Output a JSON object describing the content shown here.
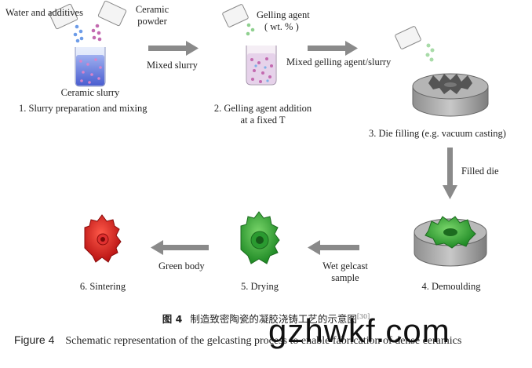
{
  "steps": {
    "s1": {
      "label": "1. Slurry preparation and mixing",
      "sub": "Ceramic slurry",
      "left_note": "Water and additives",
      "right_note": "Ceramic powder"
    },
    "s2": {
      "label_line1": "2. Gelling agent addition",
      "label_line2": "at a fixed T",
      "note_line1": "Gelling agent",
      "note_line2": "( wt. % )"
    },
    "s3": {
      "label": "3. Die filling (e.g. vacuum casting)"
    },
    "s4": {
      "label": "4. Demoulding"
    },
    "s5": {
      "label": "5. Drying"
    },
    "s6": {
      "label": "6. Sintering"
    }
  },
  "arrows": {
    "a12": "Mixed slurry",
    "a23": "Mixed gelling agent/slurry",
    "a34": "Filled die",
    "a45_line1": "Wet gelcast",
    "a45_line2": "sample",
    "a56": "Green body"
  },
  "caption": {
    "cn_label": "图 4",
    "cn_text": "制造致密陶瓷的凝胶浇铸工艺的示意图",
    "cn_ref": "[30]",
    "en_label": "Figure 4",
    "en_text": "Schematic representation of the gelcasting process to enable fabrication of dense ceramics"
  },
  "watermark": "gzhwkf.com",
  "colors": {
    "arrow": "#8a8a8a",
    "die": "#9a9a9a",
    "green": "#33a833",
    "red": "#d42020",
    "slurry": "#5b6fd6"
  }
}
